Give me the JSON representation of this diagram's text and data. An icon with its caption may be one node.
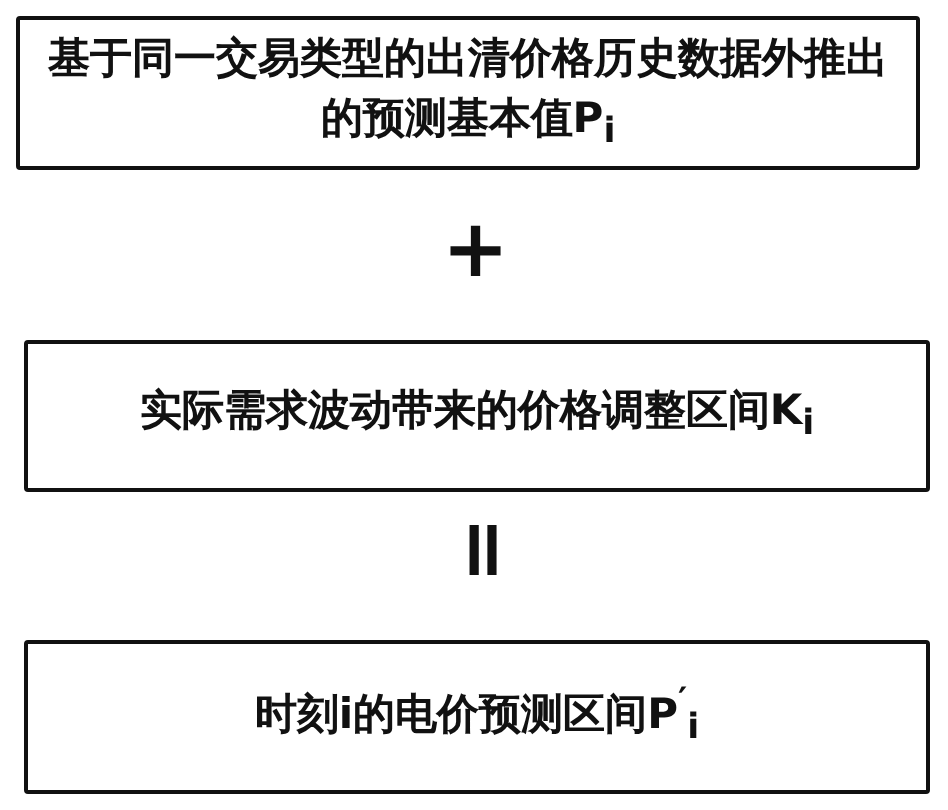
{
  "diagram": {
    "nodes": [
      {
        "text": [
          "基于同一交易类型的出清价格历史数据外推出的预测基本值P$_{i}$"
        ]
      },
      {
        "text": [
          "实际需求波动带来的价格调整区间K$_{i}$"
        ]
      },
      {
        "text": [
          "时刻i的电价预测区间P$^{′}$$_{i}$"
        ]
      }
    ],
    "labels": [
      "+",
      "="
    ]
  }
}
